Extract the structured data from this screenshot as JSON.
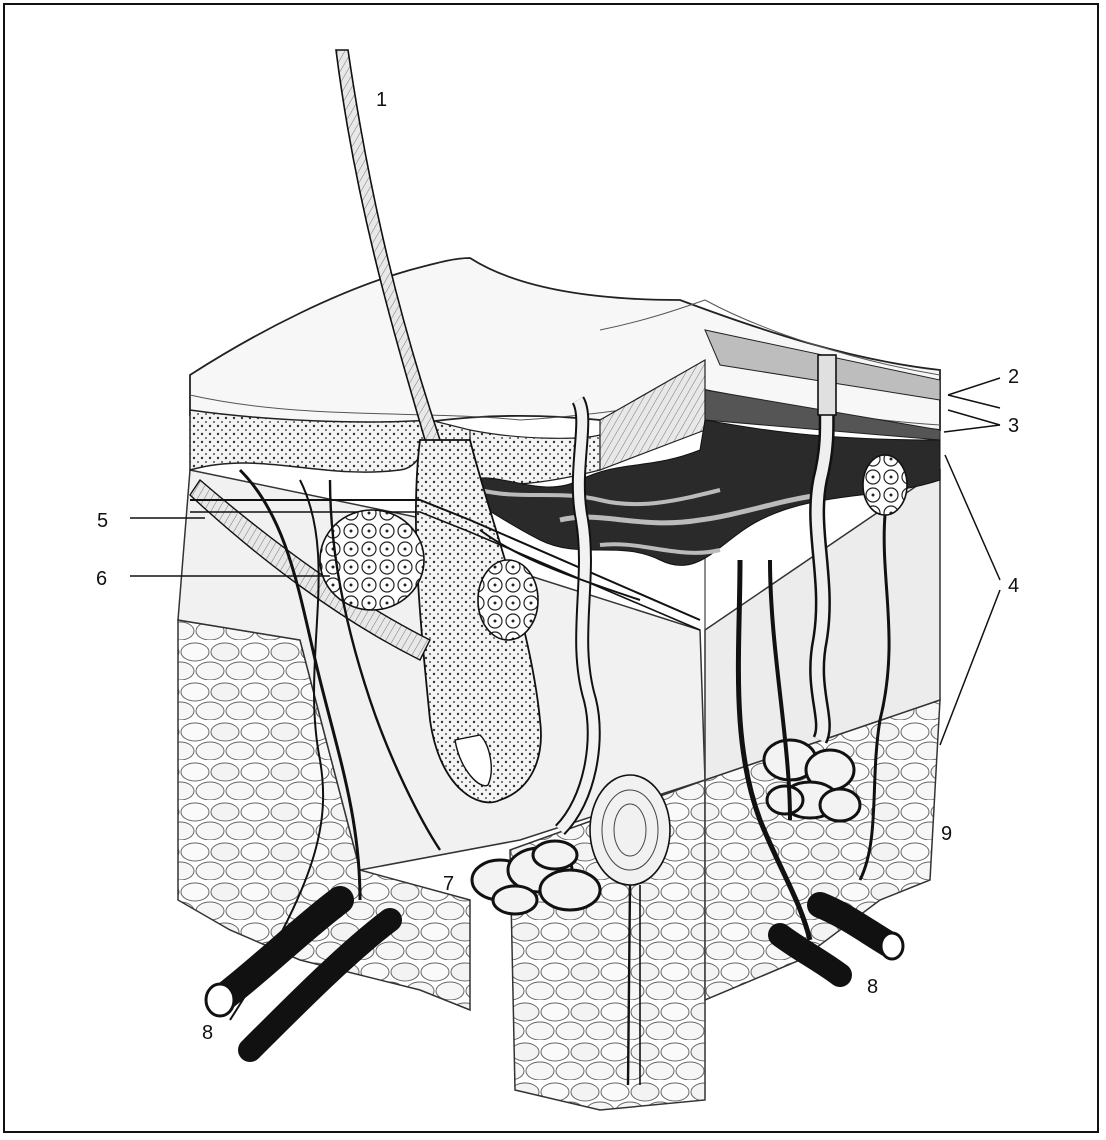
{
  "labels": {
    "l1": "1",
    "l2": "2",
    "l3": "3",
    "l4": "4",
    "l5": "5",
    "l6": "6",
    "l7": "7",
    "l8a": "8",
    "l8b": "8",
    "l9": "9"
  },
  "colors": {
    "ink": "#111111",
    "paper": "#ffffff",
    "shade": "#cfcfcf",
    "dark": "#1a1a1a"
  }
}
